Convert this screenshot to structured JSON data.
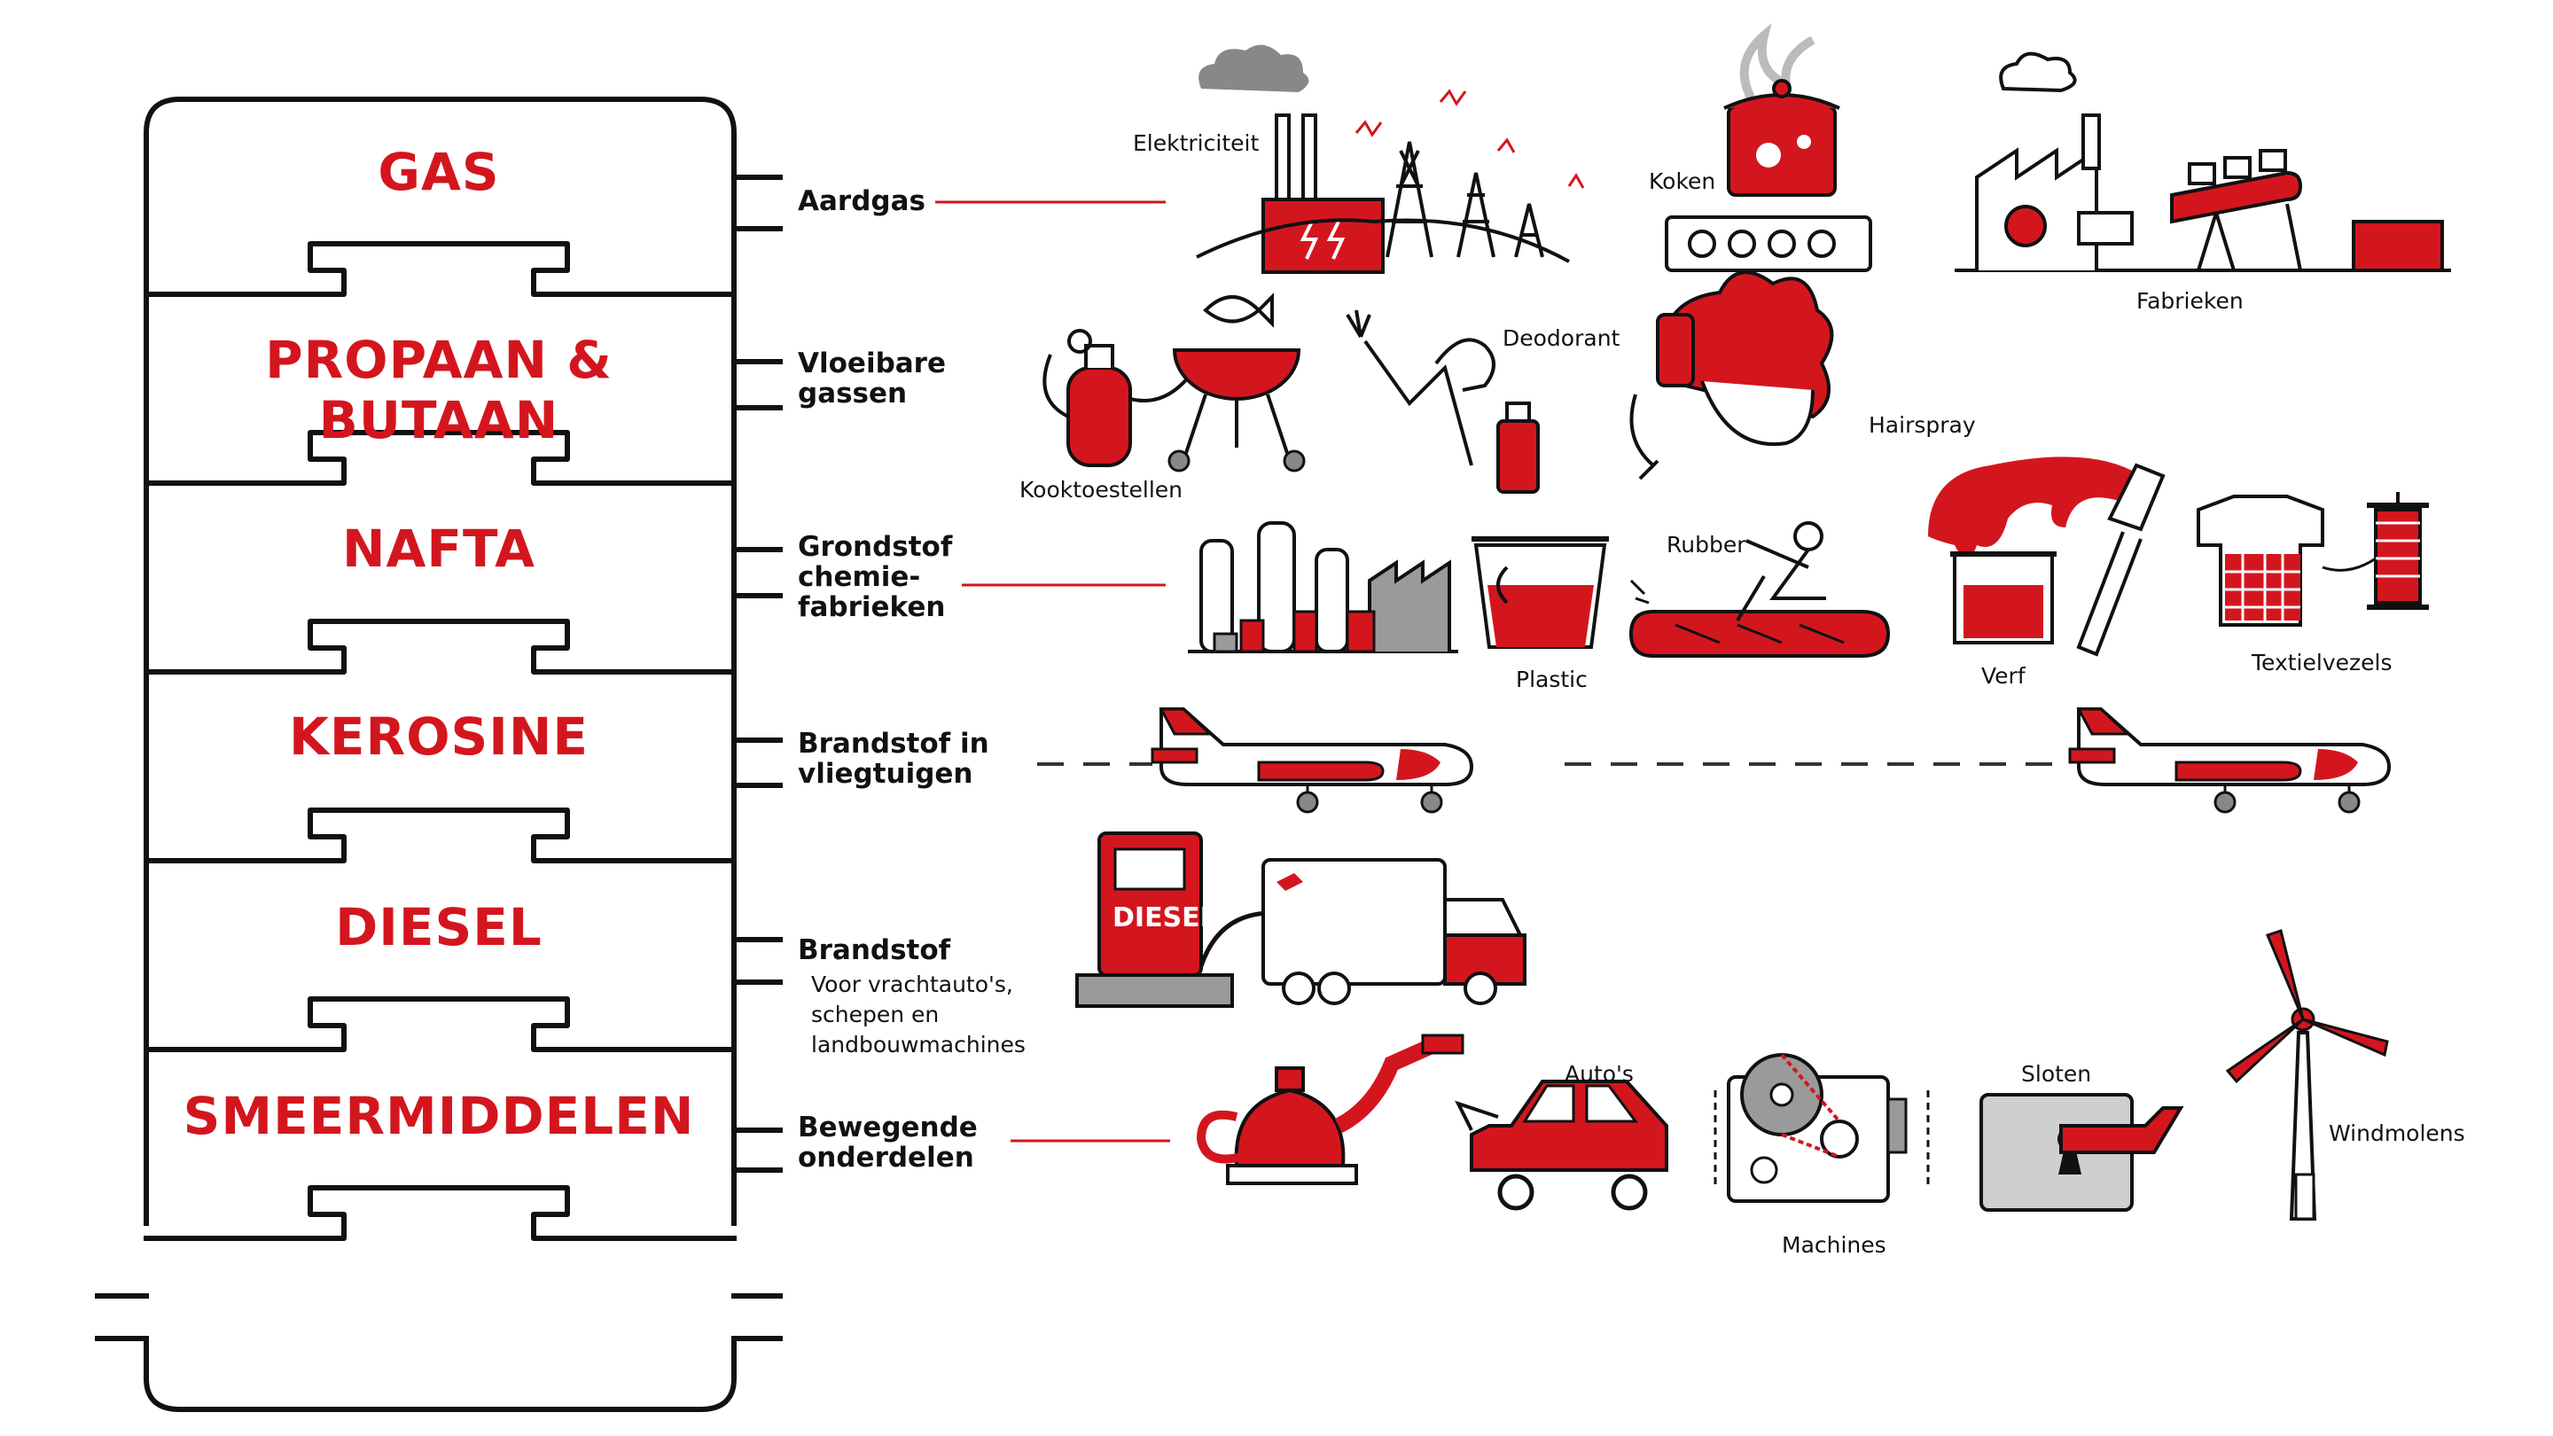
{
  "colors": {
    "red": "#d3161e",
    "dark": "#111111",
    "grey": "#9a9a9a",
    "light_grey": "#cfcfcf"
  },
  "fractions": [
    {
      "id": "gas",
      "label": "GAS"
    },
    {
      "id": "propaan-butaan",
      "label": "PROPAAN & BUTAAN"
    },
    {
      "id": "nafta",
      "label": "NAFTA"
    },
    {
      "id": "kerosine",
      "label": "KEROSINE"
    },
    {
      "id": "diesel",
      "label": "DIESEL"
    },
    {
      "id": "smeermiddelen",
      "label": "SMEERMIDDELEN"
    }
  ],
  "uses": [
    {
      "id": "aardgas",
      "label": "Aardgas"
    },
    {
      "id": "vloeibare-gassen",
      "label": "Vloeibare\ngassen"
    },
    {
      "id": "grondstof-chemie",
      "label": "Grondstof\nchemie-\nfabrieken"
    },
    {
      "id": "brandstof-vliegtuigen",
      "label": "Brandstof in\nvliegtuigen"
    },
    {
      "id": "brandstof",
      "label": "Brandstof"
    },
    {
      "id": "bewegende-onderdelen",
      "label": "Bewegende\nonderdelen"
    }
  ],
  "diesel_note": "Voor vrachtauto's,\nschepen en\nlandbouwmachines",
  "pump_label": "DIESEL",
  "products": {
    "elektriciteit": "Elektriciteit",
    "koken": "Koken",
    "fabrieken": "Fabrieken",
    "kooktoestellen": "Kooktoestellen",
    "deodorant": "Deodorant",
    "hairspray": "Hairspray",
    "rubber": "Rubber",
    "plastic": "Plastic",
    "verf": "Verf",
    "textielvezels": "Textielvezels",
    "autos": "Auto's",
    "machines": "Machines",
    "sloten": "Sloten",
    "windmolens": "Windmolens"
  }
}
